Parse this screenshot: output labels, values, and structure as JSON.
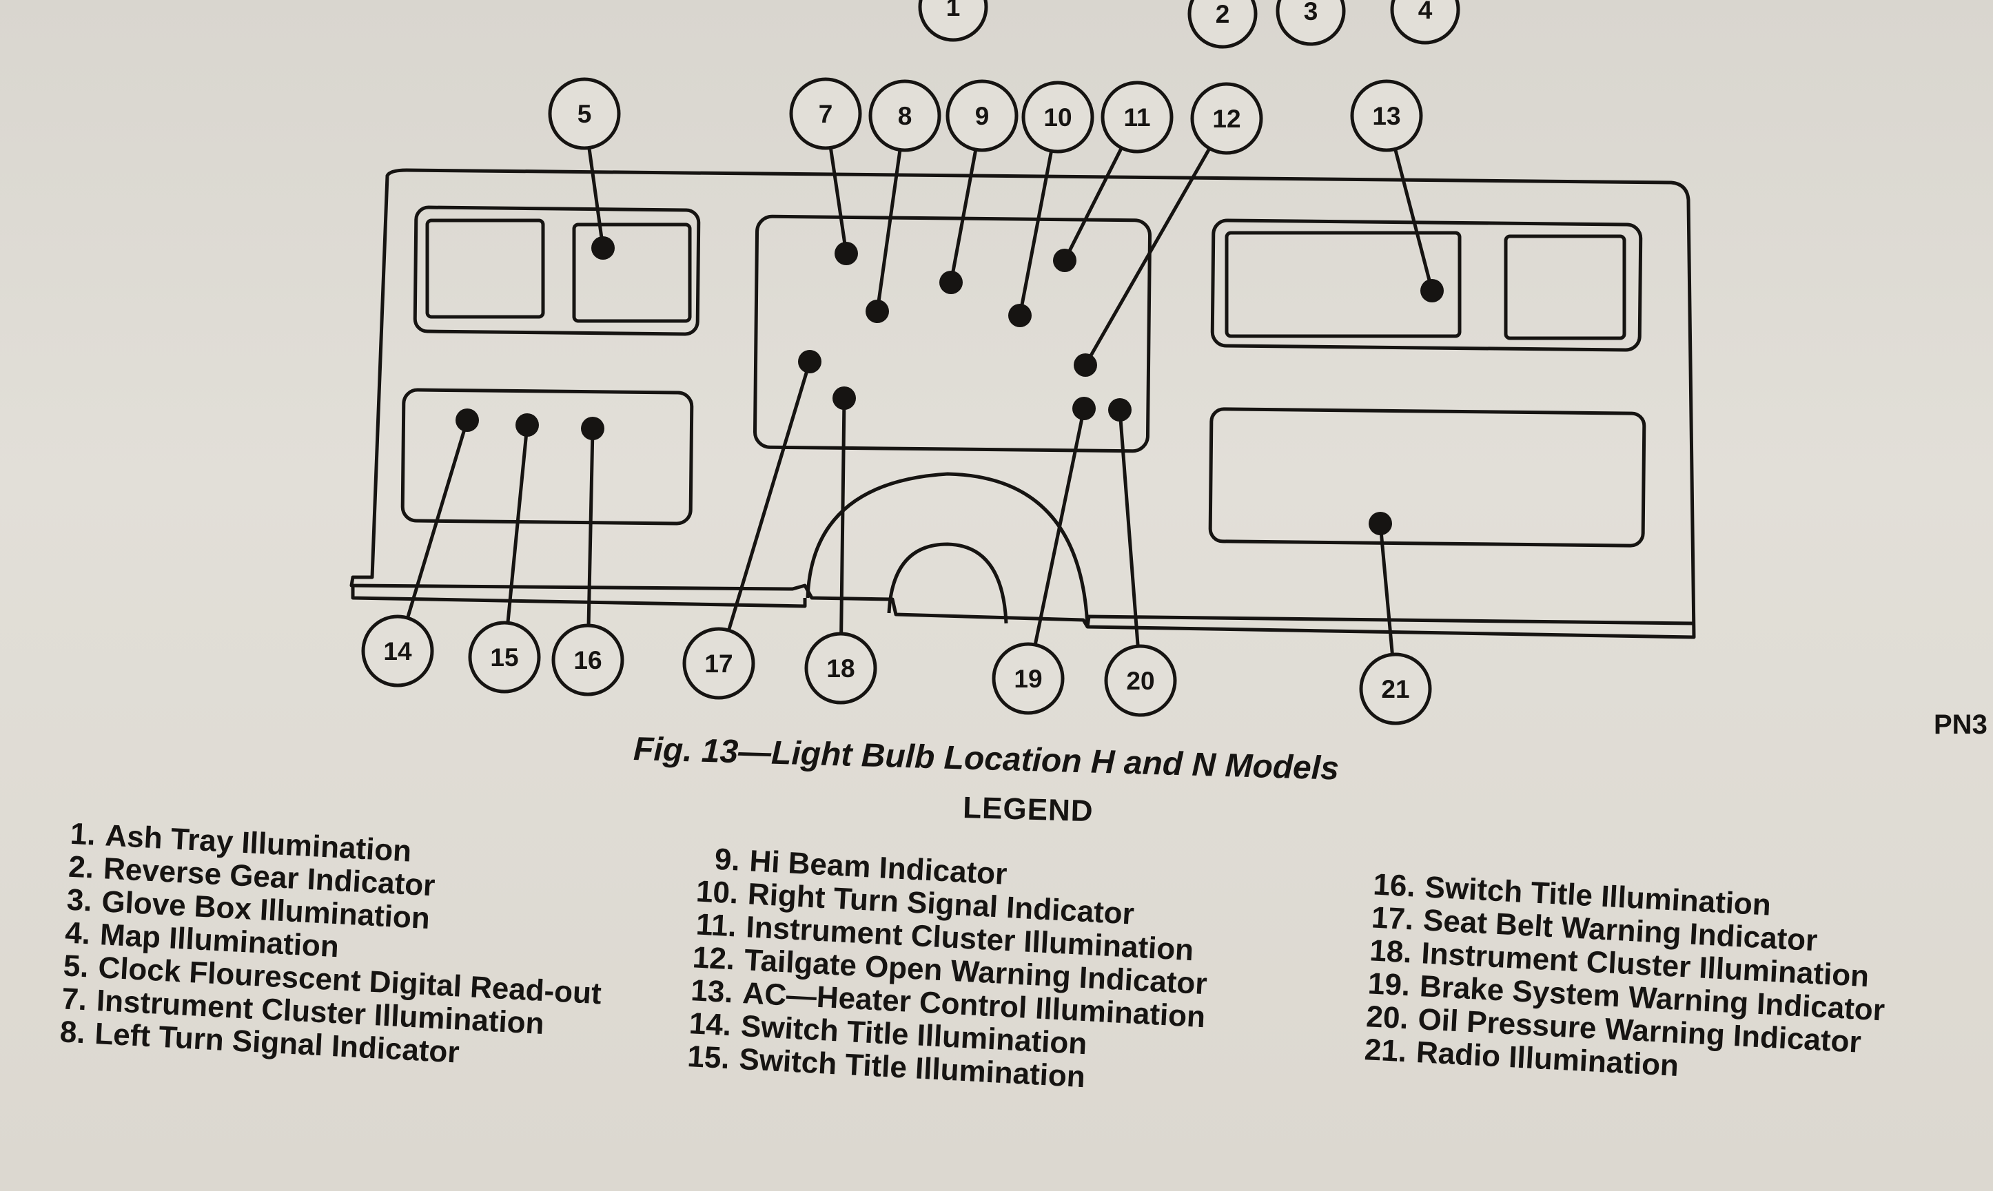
{
  "figure": {
    "caption": "Fig. 13—Light Bulb Location H and N Models",
    "side_code": "PN3"
  },
  "callouts": [
    "1",
    "2",
    "3",
    "4",
    "5",
    "7",
    "8",
    "9",
    "10",
    "11",
    "12",
    "13",
    "14",
    "15",
    "16",
    "17",
    "18",
    "19",
    "20",
    "21"
  ],
  "legend": {
    "title": "LEGEND",
    "columns": [
      [
        {
          "num": "1.",
          "label": "Ash Tray Illumination"
        },
        {
          "num": "2.",
          "label": "Reverse Gear Indicator"
        },
        {
          "num": "3.",
          "label": "Glove Box Illumination"
        },
        {
          "num": "4.",
          "label": "Map Illumination"
        },
        {
          "num": "5.",
          "label": "Clock Flourescent Digital Read-out"
        },
        {
          "num": "7.",
          "label": "Instrument Cluster Illumination"
        },
        {
          "num": "8.",
          "label": "Left Turn Signal Indicator"
        }
      ],
      [
        {
          "num": "9.",
          "label": "Hi Beam Indicator"
        },
        {
          "num": "10.",
          "label": "Right Turn Signal Indicator"
        },
        {
          "num": "11.",
          "label": "Instrument Cluster Illumination"
        },
        {
          "num": "12.",
          "label": "Tailgate Open Warning Indicator"
        },
        {
          "num": "13.",
          "label": "AC—Heater Control Illumination"
        },
        {
          "num": "14.",
          "label": "Switch Title Illumination"
        },
        {
          "num": "15.",
          "label": "Switch Title Illumination"
        }
      ],
      [
        {
          "num": "16.",
          "label": "Switch Title Illumination"
        },
        {
          "num": "17.",
          "label": "Seat Belt Warning Indicator"
        },
        {
          "num": "18.",
          "label": "Instrument Cluster Illumination"
        },
        {
          "num": "19.",
          "label": "Brake System Warning Indicator"
        },
        {
          "num": "20.",
          "label": "Oil Pressure Warning Indicator"
        },
        {
          "num": "21.",
          "label": "Radio Illumination"
        }
      ]
    ]
  },
  "colors": {
    "ink": "#161412",
    "paper": "#e2dfd8"
  }
}
